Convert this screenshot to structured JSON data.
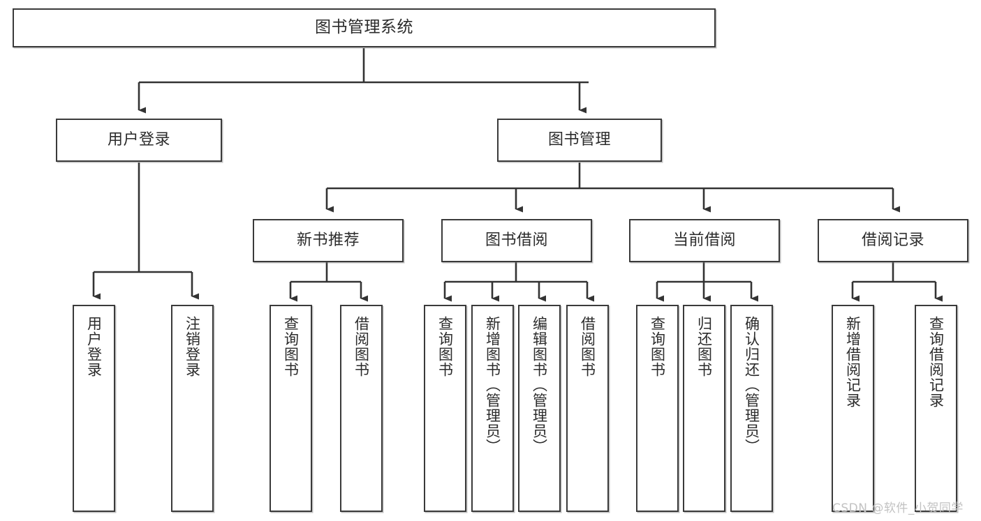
{
  "diagram": {
    "type": "tree",
    "title": "图书管理系统",
    "watermark": "CSDN @软件_小贺同学",
    "colors": {
      "box_border": "#3a3a3a",
      "box_fill": "#ffffff",
      "connector": "#333333",
      "text": "#2b2b2b",
      "watermark": "#c2c2c2"
    },
    "nodes": {
      "root": {
        "label": "图书管理系统"
      },
      "level1": [
        {
          "id": "user-login",
          "label": "用户登录"
        },
        {
          "id": "book-manage",
          "label": "图书管理"
        }
      ],
      "level2": [
        {
          "id": "new-book-recommend",
          "label": "新书推荐",
          "parent": "book-manage"
        },
        {
          "id": "book-borrow",
          "label": "图书借阅",
          "parent": "book-manage"
        },
        {
          "id": "current-borrow",
          "label": "当前借阅",
          "parent": "book-manage"
        },
        {
          "id": "borrow-record",
          "label": "借阅记录",
          "parent": "book-manage"
        }
      ],
      "leaves": [
        {
          "id": "leaf-user-login",
          "label": "用户登录",
          "parent": "user-login"
        },
        {
          "id": "leaf-logout-login",
          "label": "注销登录",
          "parent": "user-login"
        },
        {
          "id": "leaf-query-book-1",
          "label": "查询图书",
          "parent": "new-book-recommend"
        },
        {
          "id": "leaf-borrow-book-1",
          "label": "借阅图书",
          "parent": "new-book-recommend"
        },
        {
          "id": "leaf-query-book-2",
          "label": "查询图书",
          "parent": "book-borrow"
        },
        {
          "id": "leaf-add-book",
          "label": "新增图书（管理员）",
          "parent": "book-borrow"
        },
        {
          "id": "leaf-edit-book",
          "label": "编辑图书（管理员）",
          "parent": "book-borrow"
        },
        {
          "id": "leaf-borrow-book-2",
          "label": "借阅图书",
          "parent": "book-borrow"
        },
        {
          "id": "leaf-query-book-3",
          "label": "查询图书",
          "parent": "current-borrow"
        },
        {
          "id": "leaf-return-book",
          "label": "归还图书",
          "parent": "current-borrow"
        },
        {
          "id": "leaf-confirm-return",
          "label": "确认归还（管理员）",
          "parent": "current-borrow"
        },
        {
          "id": "leaf-add-record",
          "label": "新增借阅记录",
          "parent": "borrow-record"
        },
        {
          "id": "leaf-query-record",
          "label": "查询借阅记录",
          "parent": "borrow-record"
        }
      ]
    }
  }
}
